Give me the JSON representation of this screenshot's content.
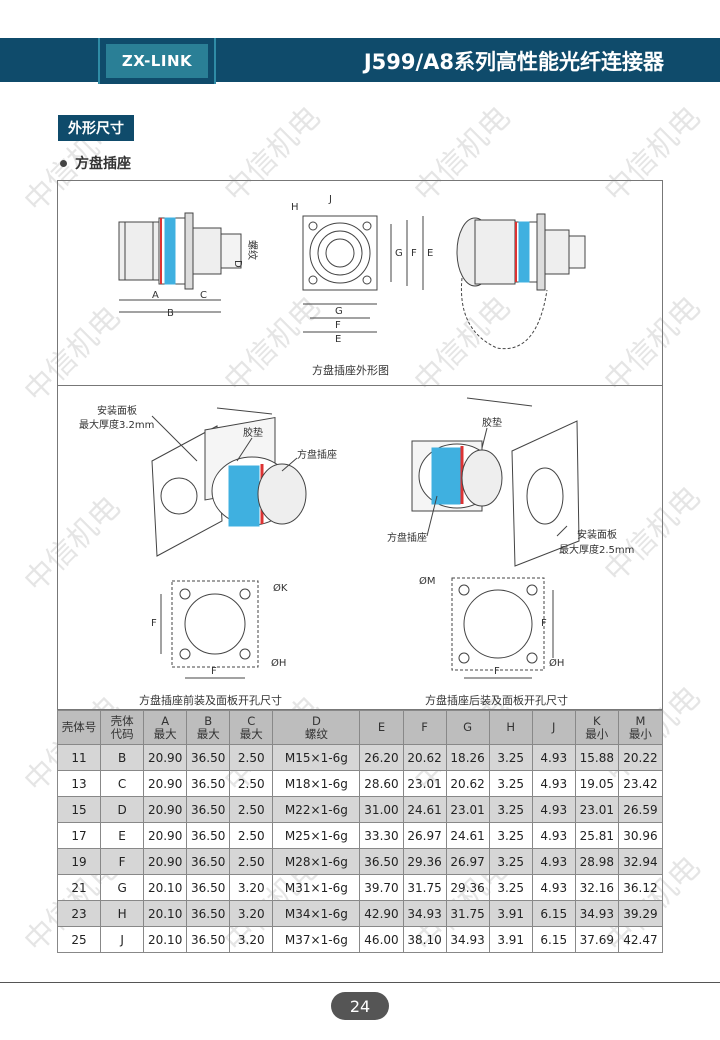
{
  "header": {
    "brand": "ZX-LINK",
    "title": "J599/A8系列高性能光纤连接器"
  },
  "section": {
    "tag": "外形尺寸",
    "subheading": "方盘插座"
  },
  "figure": {
    "top_labels": {
      "A": "A",
      "B": "B",
      "C": "C",
      "D": "D",
      "luowen": "螺纹",
      "H": "H",
      "J": "J",
      "G": "G",
      "F": "F",
      "E": "E"
    },
    "top_caption": "方盘插座外形图",
    "left_callouts": {
      "panel": "安装面板",
      "panel_thickness": "最大厚度3.2mm",
      "gasket": "胶垫",
      "receptacle": "方盘插座"
    },
    "right_callouts": {
      "gasket": "胶垫",
      "receptacle": "方盘插座",
      "panel": "安装面板",
      "panel_thickness": "最大厚度2.5mm"
    },
    "cutout_labels": {
      "left_K": "ØK",
      "left_H": "ØH",
      "left_F1": "F",
      "left_F2": "F",
      "right_M": "ØM",
      "right_H": "ØH",
      "right_F1": "F",
      "right_F2": "F"
    },
    "bottom_captions": {
      "left": "方盘插座前装及面板开孔尺寸",
      "right": "方盘插座后装及面板开孔尺寸"
    }
  },
  "table": {
    "headers": [
      [
        "壳体号",
        ""
      ],
      [
        "壳体",
        "代码"
      ],
      [
        "A",
        "最大"
      ],
      [
        "B",
        "最大"
      ],
      [
        "C",
        "最大"
      ],
      [
        "D",
        "螺纹"
      ],
      [
        "E",
        ""
      ],
      [
        "F",
        ""
      ],
      [
        "G",
        ""
      ],
      [
        "H",
        ""
      ],
      [
        "J",
        ""
      ],
      [
        "K",
        "最小"
      ],
      [
        "M",
        "最小"
      ]
    ],
    "rows": [
      [
        "11",
        "B",
        "20.90",
        "36.50",
        "2.50",
        "M15×1-6g",
        "26.20",
        "20.62",
        "18.26",
        "3.25",
        "4.93",
        "15.88",
        "20.22"
      ],
      [
        "13",
        "C",
        "20.90",
        "36.50",
        "2.50",
        "M18×1-6g",
        "28.60",
        "23.01",
        "20.62",
        "3.25",
        "4.93",
        "19.05",
        "23.42"
      ],
      [
        "15",
        "D",
        "20.90",
        "36.50",
        "2.50",
        "M22×1-6g",
        "31.00",
        "24.61",
        "23.01",
        "3.25",
        "4.93",
        "23.01",
        "26.59"
      ],
      [
        "17",
        "E",
        "20.90",
        "36.50",
        "2.50",
        "M25×1-6g",
        "33.30",
        "26.97",
        "24.61",
        "3.25",
        "4.93",
        "25.81",
        "30.96"
      ],
      [
        "19",
        "F",
        "20.90",
        "36.50",
        "2.50",
        "M28×1-6g",
        "36.50",
        "29.36",
        "26.97",
        "3.25",
        "4.93",
        "28.98",
        "32.94"
      ],
      [
        "21",
        "G",
        "20.10",
        "36.50",
        "3.20",
        "M31×1-6g",
        "39.70",
        "31.75",
        "29.36",
        "3.25",
        "4.93",
        "32.16",
        "36.12"
      ],
      [
        "23",
        "H",
        "20.10",
        "36.50",
        "3.20",
        "M34×1-6g",
        "42.90",
        "34.93",
        "31.75",
        "3.91",
        "6.15",
        "34.93",
        "39.29"
      ],
      [
        "25",
        "J",
        "20.10",
        "36.50",
        "3.20",
        "M37×1-6g",
        "46.00",
        "38.10",
        "34.93",
        "3.91",
        "6.15",
        "37.69",
        "42.47"
      ]
    ]
  },
  "watermark": "中信机电",
  "footer": {
    "page": "24"
  }
}
